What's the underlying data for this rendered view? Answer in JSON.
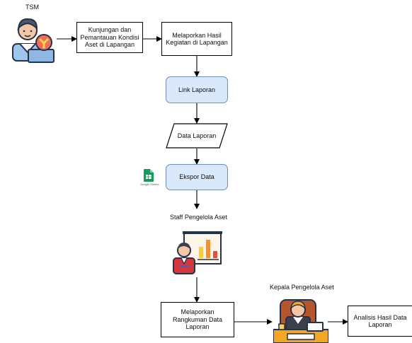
{
  "labels": {
    "tsm": "TSM",
    "staff": "Staff Pengelola Aset",
    "kepala": "Kepala Pengelola Aset",
    "google_sheets": "Google Sheets"
  },
  "nodes": {
    "kunjungan": "Kunjungan dan Pemantauan Kondisi Aset di Lapangan",
    "melaporkan_hasil": "Melaporkan Hasil Kegiatan di Lapangan",
    "link_laporan": "Link Laporan",
    "data_laporan": "Data Laporan",
    "ekspor_data": "Ekspor Data",
    "melaporkan_rangkuman": "Melaporkan Rangkuman Data Laporan",
    "analisis": "Analisis Hasil Data Laporan"
  },
  "icons": {
    "tsm": "technician-person-icon",
    "staff": "presenter-with-chart-icon",
    "kepala": "manager-at-desk-icon",
    "sheets": "google-sheets-icon"
  },
  "colors": {
    "process_fill": "#dae8fc",
    "process_stroke": "#6c8ebf",
    "line": "#000000"
  }
}
